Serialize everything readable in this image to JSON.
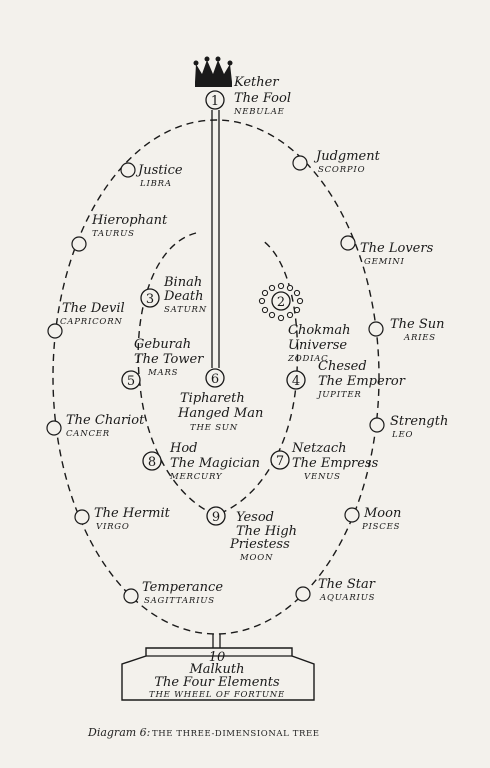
{
  "diagram": {
    "nodes": {
      "kether": {
        "num": "1",
        "l1": "Kether",
        "l2": "The Fool",
        "l3": "NEBULAE"
      },
      "chokmah": {
        "num": "2",
        "l1": "Chokmah",
        "l2": "Universe",
        "l3": "ZODIAC"
      },
      "binah": {
        "num": "3",
        "l1": "Binah",
        "l2": "Death",
        "l3": "SATURN"
      },
      "chesed": {
        "num": "4",
        "l1": "Chesed",
        "l2": "The Emperor",
        "l3": "JUPITER"
      },
      "geburah": {
        "num": "5",
        "l1": "Geburah",
        "l2": "The Tower",
        "l3": "MARS"
      },
      "tiphareth": {
        "num": "6",
        "l1": "Tiphareth",
        "l2": "Hanged Man",
        "l3": "THE SUN"
      },
      "netzach": {
        "num": "7",
        "l1": "Netzach",
        "l2": "The Empress",
        "l3": "VENUS"
      },
      "hod": {
        "num": "8",
        "l1": "Hod",
        "l2": "The Magician",
        "l3": "MERCURY"
      },
      "yesod": {
        "num": "9",
        "l1": "Yesod",
        "l2": "The High",
        "l3": "Priestess",
        "l4": "MOON"
      },
      "malkuth": {
        "num": "10",
        "l1": "Malkuth",
        "l2": "The Four Elements",
        "l3": "THE WHEEL OF FORTUNE"
      }
    },
    "outer": {
      "justice": {
        "name": "Justice",
        "sign": "LIBRA"
      },
      "hierophant": {
        "name": "Hierophant",
        "sign": "TAURUS"
      },
      "devil": {
        "name": "The Devil",
        "sign": "CAPRICORN"
      },
      "chariot": {
        "name": "The Chariot",
        "sign": "CANCER"
      },
      "hermit": {
        "name": "The Hermit",
        "sign": "VIRGO"
      },
      "temperance": {
        "name": "Temperance",
        "sign": "SAGITTARIUS"
      },
      "judgment": {
        "name": "Judgment",
        "sign": "SCORPIO"
      },
      "lovers": {
        "name": "The Lovers",
        "sign": "GEMINI"
      },
      "sun": {
        "name": "The Sun",
        "sign": "ARIES"
      },
      "strength": {
        "name": "Strength",
        "sign": "LEO"
      },
      "moon": {
        "name": "Moon",
        "sign": "PISCES"
      },
      "star": {
        "name": "The Star",
        "sign": "AQUARIUS"
      }
    },
    "caption": {
      "prefix": "Diagram 6:",
      "title": "THE THREE-DIMENSIONAL TREE"
    },
    "colors": {
      "ink": "#1a1a1a",
      "paper": "#f3f1ec"
    }
  }
}
